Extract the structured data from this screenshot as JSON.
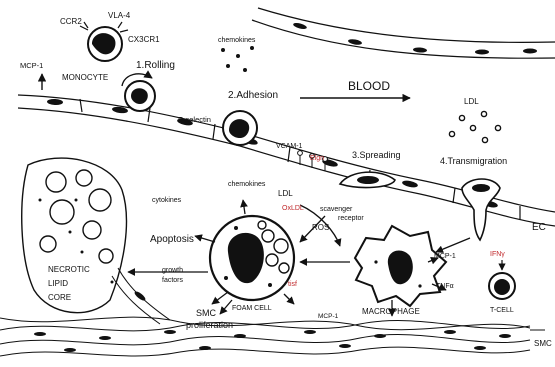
{
  "labels": {
    "ccr2": "CCR2",
    "vla4": "VLA-4",
    "cx3cr1": "CX3CR1",
    "mcp1_top": "MCP-1",
    "monocyte": "MONOCYTE",
    "rolling": "1.Rolling",
    "chemokines_top": "chemokines",
    "adhesion": "2.Adhesion",
    "blood": "BLOOD",
    "ldl_top": "LDL",
    "e_selectin": "E-selectin",
    "vcam1": "VCAM-1",
    "spreading": "3.Spreading",
    "transmigration": "4.Transmigration",
    "ec": "EC",
    "chemokines_mid": "chemokines",
    "cytokines": "cytokines",
    "ldl_mid": "LDL",
    "scavenger": "scavenger",
    "receptor": "receptor",
    "ros": "ROS",
    "apoptosis": "Apoptosis",
    "necrotic": "NECROTIC",
    "lipid": "LIPID",
    "core": "CORE",
    "growth": "growth",
    "factors": "factors",
    "foam_cell": "FOAM CELL",
    "mcp1_mid": "MCP-1",
    "tnfa": "TNFα",
    "macrophage": "MACROPHAGE",
    "tcell": "T-CELL",
    "smc_prolif_1": "SMC",
    "smc_prolif_2": "proliferation",
    "mcp1_bottom": "MCP-1",
    "smc": "SMC"
  },
  "red_labels": {
    "red_upper": "Elgn",
    "red_oxldl": "OxLDL",
    "red_lower": "tisf",
    "red_tcell": "IFNγ"
  },
  "colors": {
    "ink": "#111111",
    "accent_red": "#c0282b",
    "background": "#ffffff"
  }
}
